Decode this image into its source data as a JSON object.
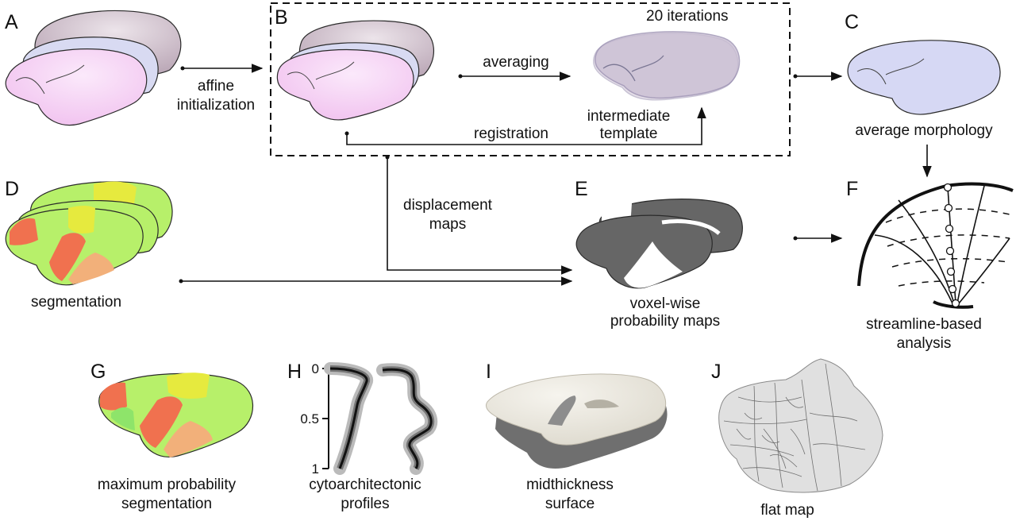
{
  "panels": {
    "A": {
      "label": "A",
      "arrow_caption": [
        "affine",
        "initialization"
      ]
    },
    "B": {
      "label": "B",
      "iterations": "20 iterations",
      "averaging": "averaging",
      "template_caption": [
        "intermediate",
        "template"
      ],
      "registration": "registration"
    },
    "C": {
      "label": "C",
      "caption": "average morphology"
    },
    "D": {
      "label": "D",
      "caption": "segmentation",
      "arrow_caption": [
        "displacement",
        "maps"
      ]
    },
    "E": {
      "label": "E",
      "caption": [
        "voxel-wise",
        "probability maps"
      ]
    },
    "F": {
      "label": "F",
      "caption": [
        "streamline-based",
        "analysis"
      ]
    },
    "G": {
      "label": "G",
      "caption": [
        "maximum probability",
        "segmentation"
      ]
    },
    "H": {
      "label": "H",
      "caption": [
        "cytoarchitectonic",
        "profiles"
      ],
      "ticks": [
        "0",
        "0.5",
        "1"
      ]
    },
    "I": {
      "label": "I",
      "caption": [
        "midthickness",
        "surface"
      ]
    },
    "J": {
      "label": "J",
      "caption": "flat map"
    }
  },
  "colors": {
    "brain_pink": "#f3c8f1",
    "brain_lavender": "#d8d8f2",
    "brain_mauve": "#c6b7c4",
    "template_purple": "#c3b6cc",
    "avg_morph": "#d6d8f4",
    "seg_green": "#b7f06a",
    "seg_yellow": "#e6ea3e",
    "seg_red": "#f0714f",
    "seg_orange": "#f2b07a",
    "prob_gray": "#666666",
    "midthick": "#ebe8df",
    "flatmap": "#e0e0e0"
  }
}
